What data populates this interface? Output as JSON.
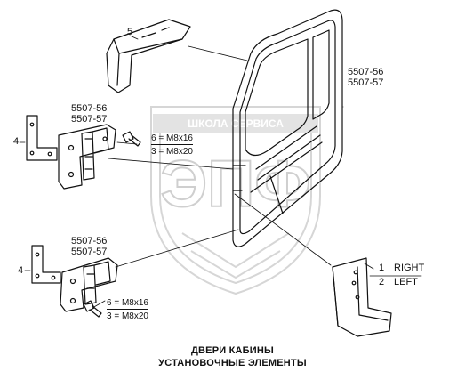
{
  "labels": {
    "part5": "5",
    "door_code_1": "5507-56",
    "door_code_2": "5507-57",
    "upper_hinge_code_1": "5507-56",
    "upper_hinge_code_2": "5507-57",
    "upper_plate_num": "4",
    "upper_bolt_1": "6 = M8x16",
    "upper_bolt_2": "3 = M8x20",
    "lower_hinge_code_1": "5507-56",
    "lower_hinge_code_2": "5507-57",
    "lower_plate_num": "4",
    "lower_bolt_1": "6 = M8x16",
    "lower_bolt_2": "3 = M8x20",
    "side_1_num": "1",
    "side_1_label": "RIGHT",
    "side_2_num": "2",
    "side_2_label": "LEFT"
  },
  "watermark": {
    "text_top": "ШКОЛА  СЕРВИСА",
    "letters": "ЭПФ",
    "color": "#d9d9d9"
  },
  "caption": {
    "line1": "ДВЕРИ КАБИНЫ",
    "line2": "УСТАНОВОЧНЫЕ ЭЛЕМЕНТЫ"
  }
}
